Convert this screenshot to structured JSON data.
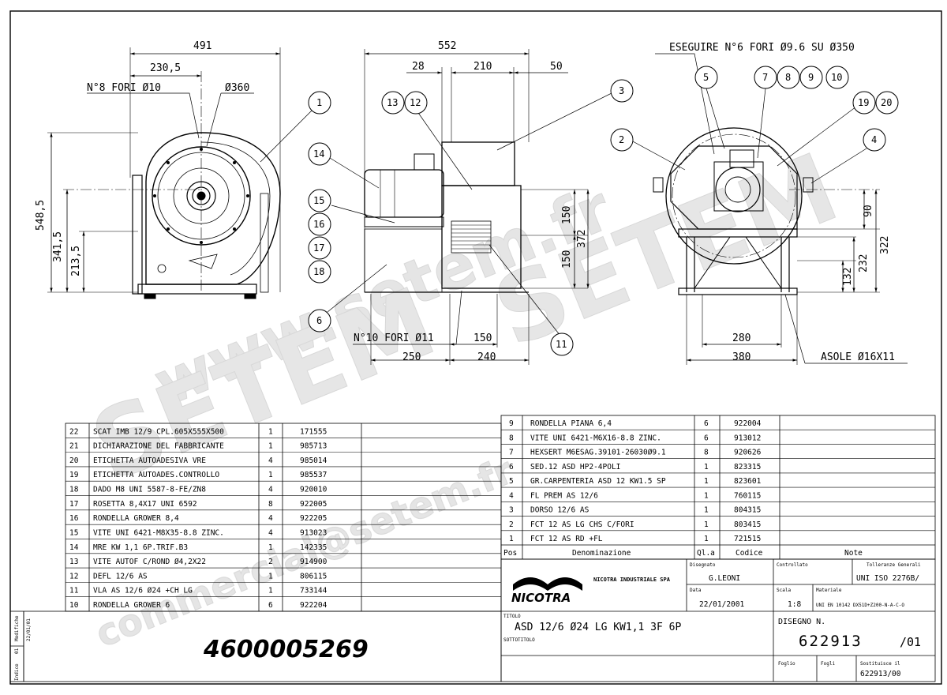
{
  "watermark": {
    "text_a": "www.setem.fr",
    "text_b": "SETEM",
    "text_c": "commercial@setem.fr",
    "color": "#d4d4d4"
  },
  "front_view": {
    "dims": {
      "overall_width": "491",
      "half_width": "230,5",
      "overall_height": "548,5",
      "axis_height": "341,5",
      "lower_height": "213,5"
    },
    "labels": {
      "holes": "N°8 FORI Ø10",
      "diameter": "Ø360"
    },
    "callouts": {
      "c1": "1"
    }
  },
  "side_view": {
    "dims": {
      "overall_width": "552",
      "d28": "28",
      "d210": "210",
      "d50": "50",
      "h150a": "150",
      "h150b": "150",
      "h372": "372",
      "w150": "150",
      "w250": "250",
      "w240": "240"
    },
    "labels": {
      "holes": "N°10 FORI Ø11"
    },
    "callouts": {
      "c3": "3",
      "c13": "13",
      "c12": "12",
      "c14": "14",
      "c15": "15",
      "c16": "16",
      "c17": "17",
      "c18": "18",
      "c6": "6",
      "c11": "11"
    }
  },
  "rear_view": {
    "dims": {
      "h90": "90",
      "h322": "322",
      "h232": "232",
      "h132": "132",
      "w280": "280",
      "w380": "380"
    },
    "labels": {
      "holes": "ESEGUIRE N°6 FORI Ø9.6 SU Ø350",
      "slots": "ASOLE Ø16X11"
    },
    "callouts": {
      "c5": "5",
      "c7": "7",
      "c8": "8",
      "c9": "9",
      "c10": "10",
      "c2": "2",
      "c19": "19",
      "c20": "20",
      "c4": "4"
    }
  },
  "bom_left": [
    {
      "pos": "22",
      "name": "SCAT IMB 12/9 CPL.605X555X500",
      "qty": "1",
      "code": "171555"
    },
    {
      "pos": "21",
      "name": "DICHIARAZIONE DEL FABBRICANTE",
      "qty": "1",
      "code": "985713"
    },
    {
      "pos": "20",
      "name": "ETICHETTA AUTOADESIVA VRE",
      "qty": "4",
      "code": "985014"
    },
    {
      "pos": "19",
      "name": "ETICHETTA AUTOADES.CONTROLLO",
      "qty": "1",
      "code": "985537"
    },
    {
      "pos": "18",
      "name": "DADO M8 UNI 5587-8-FE/ZN8",
      "qty": "4",
      "code": "920010"
    },
    {
      "pos": "17",
      "name": "ROSETTA 8,4X17 UNI 6592",
      "qty": "8",
      "code": "922005"
    },
    {
      "pos": "16",
      "name": "RONDELLA GROWER 8,4",
      "qty": "4",
      "code": "922205"
    },
    {
      "pos": "15",
      "name": "VITE UNI 6421-M8X35-8.8 ZINC.",
      "qty": "4",
      "code": "913023"
    },
    {
      "pos": "14",
      "name": "MRE KW 1,1 6P.TRIF.B3",
      "qty": "1",
      "code": "142335"
    },
    {
      "pos": "13",
      "name": "VITE AUTOF C/ROND Ø4,2X22",
      "qty": "2",
      "code": "914900"
    },
    {
      "pos": "12",
      "name": "DEFL 12/6 AS",
      "qty": "1",
      "code": "806115"
    },
    {
      "pos": "11",
      "name": "VLA AS 12/6 Ø24 +CH LG",
      "qty": "1",
      "code": "733144"
    },
    {
      "pos": "10",
      "name": "RONDELLA GROWER 6",
      "qty": "6",
      "code": "922204"
    }
  ],
  "bom_right": [
    {
      "pos": "9",
      "name": "RONDELLA PIANA 6,4",
      "qty": "6",
      "code": "922004"
    },
    {
      "pos": "8",
      "name": "VITE UNI 6421-M6X16-8.8 ZINC.",
      "qty": "6",
      "code": "913012"
    },
    {
      "pos": "7",
      "name": "HEXSERT M6ESAG.39101-26030Ø9.1",
      "qty": "8",
      "code": "920626"
    },
    {
      "pos": "6",
      "name": "SED.12 ASD HP2-4POLI",
      "qty": "1",
      "code": "823315"
    },
    {
      "pos": "5",
      "name": "GR.CARPENTERIA ASD 12 KW1.5 SP",
      "qty": "1",
      "code": "823601"
    },
    {
      "pos": "4",
      "name": "FL PREM AS 12/6",
      "qty": "1",
      "code": "760115"
    },
    {
      "pos": "3",
      "name": "DORSO 12/6 AS",
      "qty": "1",
      "code": "804315"
    },
    {
      "pos": "2",
      "name": "FCT 12 AS LG CHS C/FORI",
      "qty": "1",
      "code": "803415"
    },
    {
      "pos": "1",
      "name": "FCT 12 AS RD +FL",
      "qty": "1",
      "code": "721515"
    }
  ],
  "bom_header": {
    "pos": "Pos",
    "name": "Denominazione",
    "qty": "Ql.a",
    "code": "Codice",
    "notes": "Note"
  },
  "title_block": {
    "company": "NICOTRA INDUSTRIALE SPA",
    "logo": "NICOTRA",
    "disegnato_label": "Disegnato",
    "disegnato_value": "G.LEONI",
    "controllato_label": "Controllato",
    "tolleranze_label": "Tolleranze Generali",
    "tolleranze_value": "UNI ISO 2276B/",
    "data_label": "Data",
    "data_value": "22/01/2001",
    "scala_label": "Scala",
    "scala_value": "1:8",
    "materiale_label": "Materiale",
    "materiale_value": "UNI EN 10142 DX51D+Z200-N-A-C-O",
    "titolo_label": "TITOLO",
    "titolo_value": "ASD 12/6 Ø24 LG KW1,1 3F 6P",
    "sottotitolo_label": "SOTTOTITOLO",
    "disegno_label": "DISEGNO N.",
    "disegno_value": "622913",
    "disegno_rev": "/01",
    "foglio_label": "Foglio",
    "fogli_label": "Fogli",
    "sostituisce_label": "Sostituisce il",
    "sostituisce_value": "622913/00"
  },
  "revision": {
    "indice_label": "Indice",
    "modifiche_label": "Modifiche",
    "indice_value": "01",
    "modifiche_value": "22/01/01"
  },
  "part_number": "4600005269"
}
